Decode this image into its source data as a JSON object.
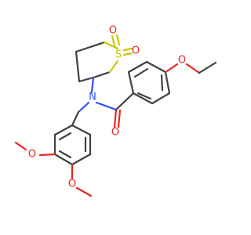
{
  "molecule": {
    "atoms": {
      "sulfur": "S",
      "sulfone_oxygen_1": "O",
      "sulfone_oxygen_2": "O",
      "amide_nitrogen": "N",
      "carbonyl_oxygen": "O",
      "ethoxy_oxygen": "O",
      "methoxy_oxygen_1": "O",
      "methoxy_oxygen_2": "O"
    },
    "colors": {
      "carbon_bond": "#404040",
      "oxygen": "#e8251e",
      "nitrogen": "#3050f8",
      "sulfur": "#c9c900"
    }
  }
}
